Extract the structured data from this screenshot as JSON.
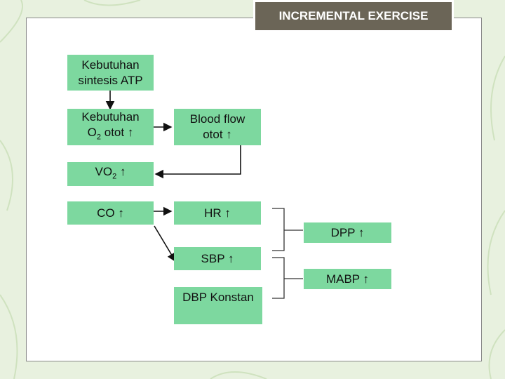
{
  "title": "INCREMENTAL EXERCISE",
  "nodes": {
    "atp": {
      "line1": "Kebutuhan",
      "line2": "sintesis ATP"
    },
    "o2": {
      "line1": "Kebutuhan",
      "line2_pre": "O",
      "line2_sub": "2",
      "line2_post": " otot ↑"
    },
    "blood": {
      "line1": "Blood flow",
      "line2": "otot ↑"
    },
    "vo2": {
      "pre": "VO",
      "sub": "2",
      "post": " ↑"
    },
    "co": "CO ↑",
    "hr": "HR ↑",
    "sbp": "SBP ↑",
    "dbp": "DBP Konstan",
    "dpp": "DPP ↑",
    "mabp": "MABP ↑"
  },
  "colors": {
    "node_fill": "#7dd89f",
    "title_fill": "#6b6557",
    "background": "#e8f1df"
  }
}
